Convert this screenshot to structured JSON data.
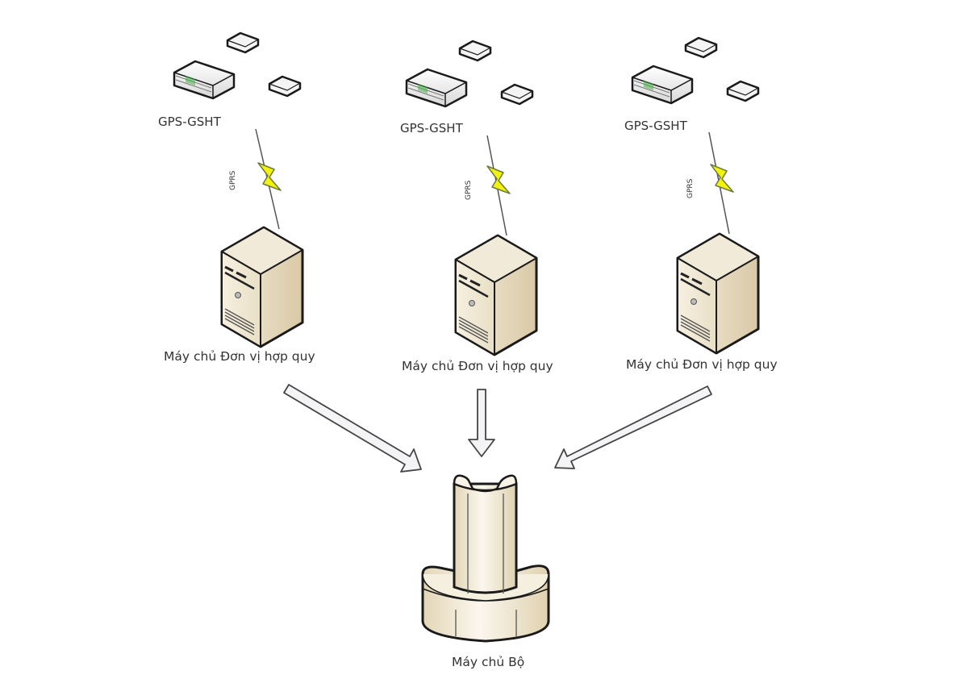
{
  "diagram": {
    "colors": {
      "background": "#ffffff",
      "server_fill": "#efe6d2",
      "server_side": "#e4d7b9",
      "lightning": "#f2f20a",
      "led": "#3fb23f",
      "arrow_fill": "#f4f4f6",
      "outline": "#1a1a1a"
    },
    "units": [
      {
        "gps_label": "GPS-GSHT",
        "link_label": "GPRS",
        "server_label": "Máy chủ Đơn vị hợp quy"
      },
      {
        "gps_label": "GPS-GSHT",
        "link_label": "GPRS",
        "server_label": "Máy chủ Đơn vị hợp quy"
      },
      {
        "gps_label": "GPS-GSHT",
        "link_label": "GPRS",
        "server_label": "Máy chủ Đơn vị hợp quy"
      }
    ],
    "central": {
      "label": "Máy chủ Bộ",
      "icon": "mainframe-icon"
    }
  }
}
